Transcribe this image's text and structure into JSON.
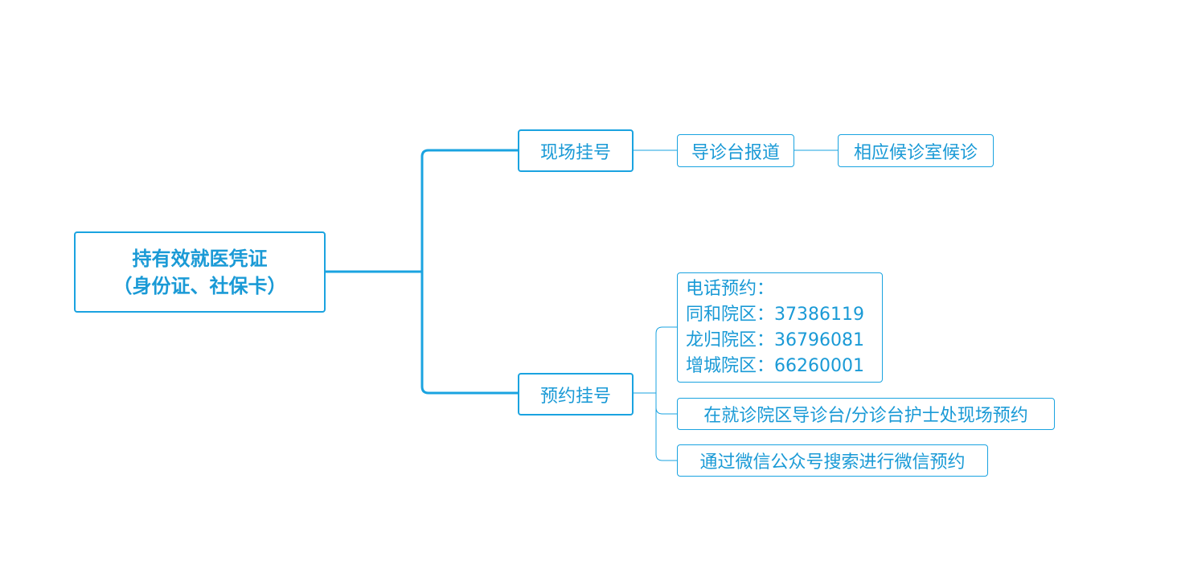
{
  "colors": {
    "accent": "#1aa3e0",
    "text": "#1a9ad6",
    "background": "#ffffff"
  },
  "root": {
    "line1": "持有效就医凭证",
    "line2": "（身份证、社保卡）"
  },
  "branches": {
    "onsite": {
      "label": "现场挂号",
      "step1": "导诊台报道",
      "step2": "相应候诊室候诊"
    },
    "appointment": {
      "label": "预约挂号",
      "phone": {
        "title": "电话预约：",
        "lines": [
          "同和院区：37386119",
          "龙归院区：36796081",
          "增城院区：66260001"
        ]
      },
      "desk": "在就诊院区导诊台/分诊台护士处现场预约",
      "wechat": "通过微信公众号搜索进行微信预约"
    }
  }
}
